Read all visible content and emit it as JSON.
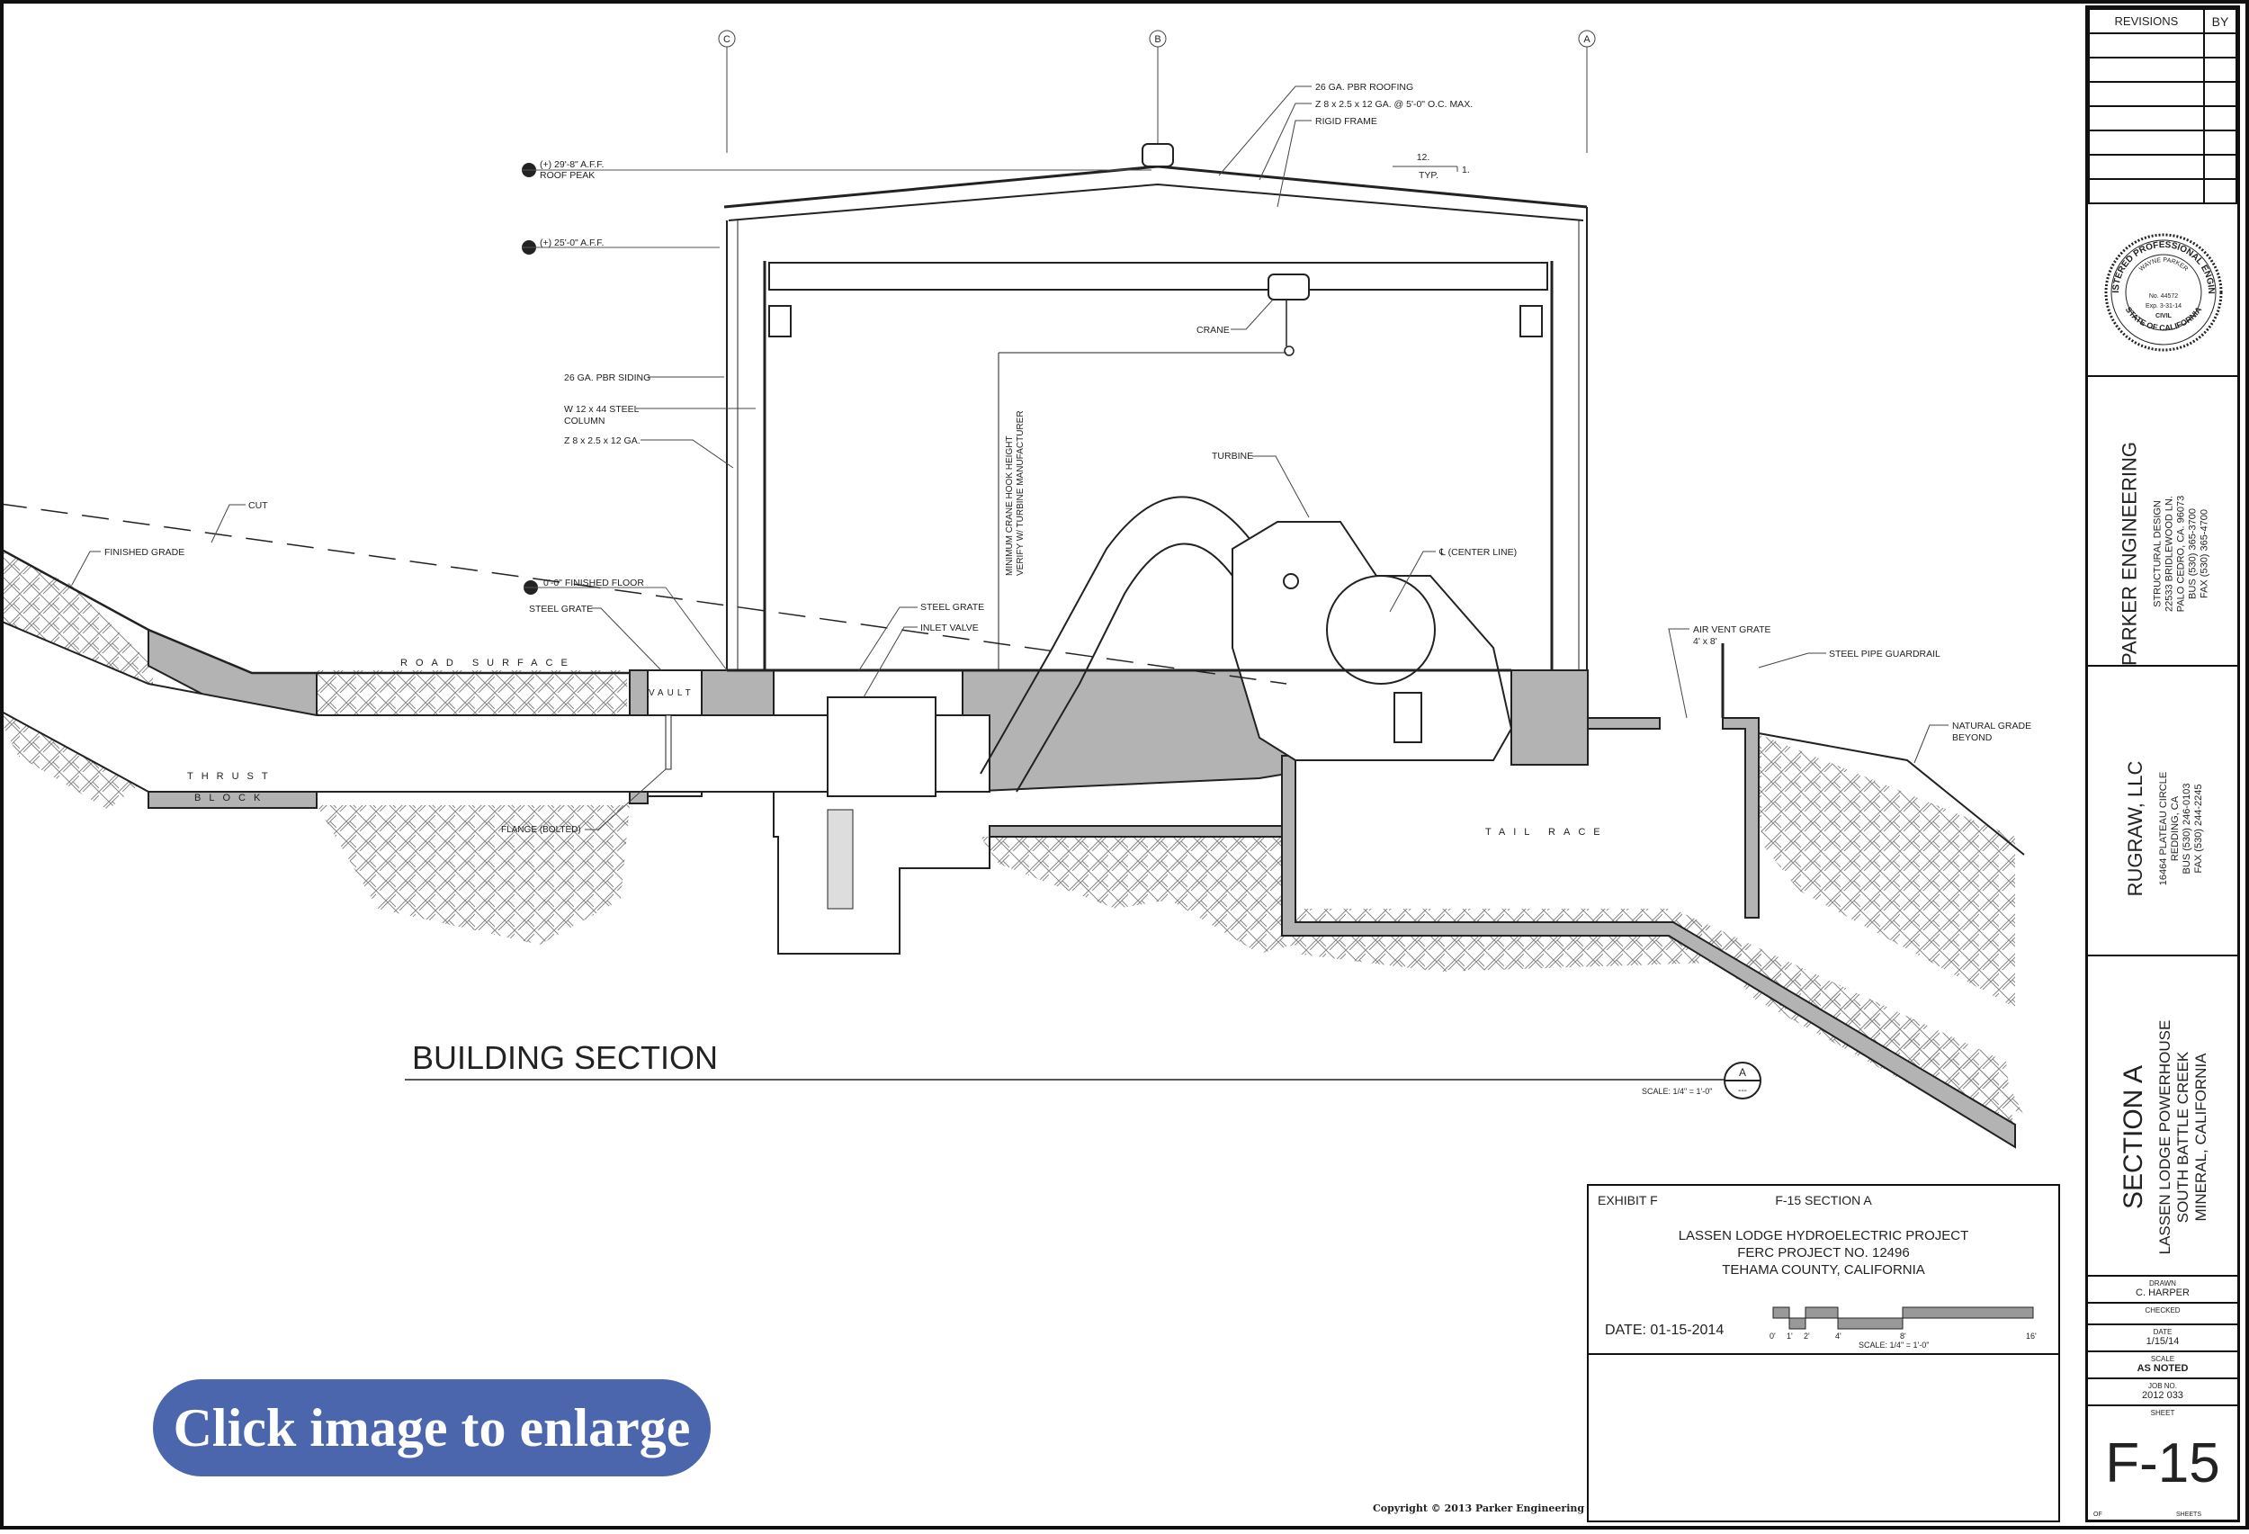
{
  "drawing": {
    "grid_markers": [
      "C",
      "B",
      "A"
    ],
    "roof_callouts": [
      "26 GA. PBR ROOFING",
      "Z 8 x 2.5 x 12 GA. @ 5'-0\" O.C. MAX.",
      "RIGID FRAME"
    ],
    "slope": {
      "rise": "1.",
      "run": "12.",
      "note": "TYP."
    },
    "elevations": [
      {
        "line1": "(+) 29'-8\" A.F.F.",
        "line2": "ROOF PEAK"
      },
      {
        "line1": "(+) 25'-0\" A.F.F.",
        "line2": ""
      },
      {
        "line1": "0'-0\" FINISHED FLOOR",
        "line2": ""
      }
    ],
    "wall_callouts": [
      "26 GA. PBR SIDING",
      "W 12 x 44 STEEL",
      "COLUMN",
      "Z 8 x 2.5 x 12 GA."
    ],
    "crane": "CRANE",
    "hook_note": [
      "MINIMUM CRANE HOOK HEIGHT",
      "VERIFY W/ TURBINE MANUFACTURER"
    ],
    "turbine": "TURBINE",
    "center_line": "℄ (CENTER LINE)",
    "cut": "CUT",
    "finished_grade": "FINISHED GRADE",
    "steel_grate_left": "STEEL GRATE",
    "steel_grate_right": "STEEL GRATE",
    "inlet_valve": "INLET VALVE",
    "road_surface": "ROAD SURFACE",
    "vault": "VAULT",
    "thrust": "THRUST",
    "block": "BLOCK",
    "flange": "FLANGE (BOLTED)",
    "air_vent": [
      "AIR VENT GRATE",
      "4' x 8'"
    ],
    "guardrail": "STEEL PIPE GUARDRAIL",
    "natural_grade": [
      "NATURAL GRADE",
      "BEYOND"
    ],
    "tail_race": "TAIL RACE",
    "section_title": "BUILDING  SECTION",
    "section_scale": "SCALE: 1/4\" = 1'-0\"",
    "section_tag": {
      "top": "A",
      "bottom": "---"
    }
  },
  "exhibit": {
    "label": "EXHIBIT F",
    "sheet_title": "F-15 SECTION A",
    "project_lines": [
      "LASSEN LODGE HYDROELECTRIC PROJECT",
      "FERC PROJECT NO. 12496",
      "TEHAMA COUNTY, CALIFORNIA"
    ],
    "date": "DATE: 01-15-2014",
    "scale_ticks": [
      "0'",
      "1'",
      "2'",
      "4'",
      "8'",
      "16'"
    ],
    "scale_label": "SCALE: 1/4\" = 1'-0\""
  },
  "title_block": {
    "revisions_header": "REVISIONS",
    "by_header": "BY",
    "seal": {
      "top": "REGISTERED PROFESSIONAL ENGINEER",
      "name": "WAYNE PARKER",
      "number": "No. 44572",
      "exp": "Exp. 3-31-14",
      "type": "CIVIL",
      "bottom": "STATE OF CALIFORNIA"
    },
    "engineer": {
      "name": "PARKER ENGINEERING",
      "lines": [
        "STRUCTURAL DESIGN",
        "22533 BRIDLEWOOD LN.",
        "PALO CEDRO, CA. 96073",
        "BUS (530) 365-3700",
        "FAX (530) 365-4700"
      ]
    },
    "client": {
      "name": "RUGRAW,  LLC",
      "lines": [
        "16464 PLATEAU CIRCLE",
        "REDDING, CA",
        "BUS (530) 246-0103",
        "FAX (530) 244-2245"
      ]
    },
    "section": {
      "name": "SECTION A",
      "lines": [
        "LASSEN LODGE POWERHOUSE",
        "SOUTH BATTLE CREEK",
        "MINERAL,  CALIFORNIA"
      ]
    },
    "drawn_label": "DRAWN",
    "drawn": "C. HARPER",
    "checked_label": "CHECKED",
    "checked": "",
    "date_label": "DATE",
    "date": "1/15/14",
    "scale_label": "SCALE",
    "scale": "AS  NOTED",
    "job_label": "JOB  NO.",
    "job": "2012 033",
    "sheet_label": "SHEET",
    "sheet": "F-15",
    "of_label": "OF",
    "sheets_label": "SHEETS"
  },
  "copyright": "Copyright  ©  2013  Parker  Engineering",
  "enlarge_button": "Click image to enlarge",
  "colors": {
    "concrete": "#b3b3b3",
    "line": "#222222",
    "button": "#4c66ae"
  }
}
